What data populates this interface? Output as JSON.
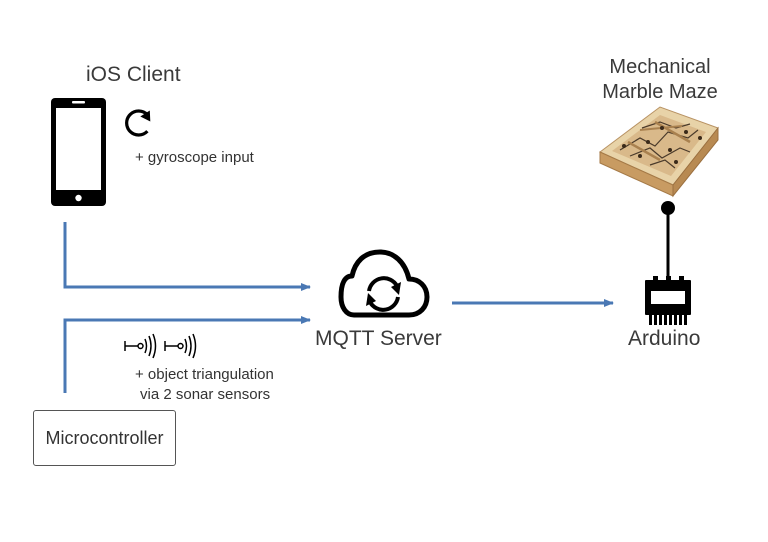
{
  "nodes": {
    "ios_client": {
      "label": "iOS Client",
      "note": "+ gyroscope input"
    },
    "mqtt_server": {
      "label": "MQTT Server"
    },
    "arduino": {
      "label": "Arduino"
    },
    "maze": {
      "label_line1": "Mechanical",
      "label_line2": "Marble Maze"
    },
    "microcontroller": {
      "label": "Microcontroller",
      "note_line1": "+ object triangulation",
      "note_line2": "via 2 sonar sensors"
    }
  },
  "colors": {
    "arrow": "#4a78b4",
    "icon": "#000000",
    "text": "#333333"
  },
  "icons": [
    "phone-icon",
    "refresh-icon",
    "cloud-sync-icon",
    "chip-icon",
    "sonar-icon",
    "marble-maze-image"
  ]
}
